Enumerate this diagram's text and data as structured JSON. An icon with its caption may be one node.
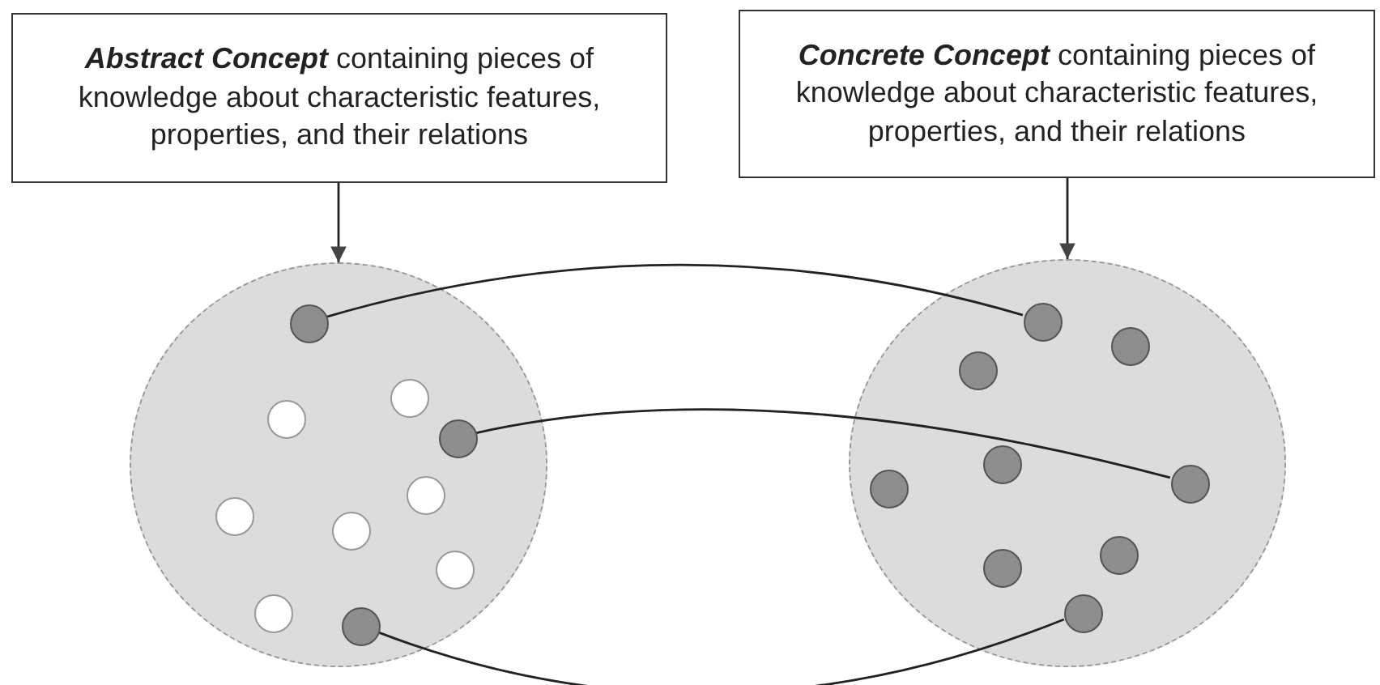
{
  "diagram": {
    "nodes": [
      {
        "text": [
          "**Abstract Concept** containing pieces of knowledge about characteristic features, properties, and their relations"
        ]
      },
      {
        "text": [
          "**Concrete Concept** containing pieces of knowledge about characteristic features, properties, and their relations"
        ]
      },
      {
        "text": [],
        "shape": "circle"
      },
      {
        "text": [],
        "shape": "circle",
        "in": 2
      },
      {
        "text": [],
        "shape": "circle",
        "in": 2
      },
      {
        "text": [],
        "shape": "circle",
        "in": 2
      },
      {
        "text": [],
        "shape": "circle",
        "in": 2
      },
      {
        "text": [],
        "shape": "circle",
        "in": 2
      },
      {
        "text": [],
        "shape": "circle",
        "in": 2
      },
      {
        "text": [],
        "shape": "circle",
        "in": 2
      },
      {
        "text": [],
        "shape": "circle",
        "in": 2
      },
      {
        "text": [],
        "shape": "circle",
        "in": 2
      },
      {
        "text": [],
        "shape": "circle",
        "in": 2
      },
      {
        "text": [],
        "shape": "circle"
      },
      {
        "text": [],
        "shape": "circle",
        "in": 13
      },
      {
        "text": [],
        "shape": "circle",
        "in": 13
      },
      {
        "text": [],
        "shape": "circle",
        "in": 13
      },
      {
        "text": [],
        "shape": "circle",
        "in": 13
      },
      {
        "text": [],
        "shape": "circle",
        "in": 13
      },
      {
        "text": [],
        "shape": "circle",
        "in": 13
      },
      {
        "text": [],
        "shape": "circle",
        "in": 13
      },
      {
        "text": [],
        "shape": "circle",
        "in": 13
      },
      {
        "text": [],
        "shape": "circle",
        "in": 13
      }
    ],
    "edges": [
      {
        "from": 0,
        "to": 2,
        "arrow": "to"
      },
      {
        "from": 1,
        "to": 13,
        "arrow": "to"
      },
      {
        "from": 3,
        "to": 14,
        "arrow": "none"
      },
      {
        "from": 6,
        "to": 19,
        "arrow": "none"
      },
      {
        "from": 12,
        "to": 22,
        "arrow": "none"
      }
    ]
  }
}
